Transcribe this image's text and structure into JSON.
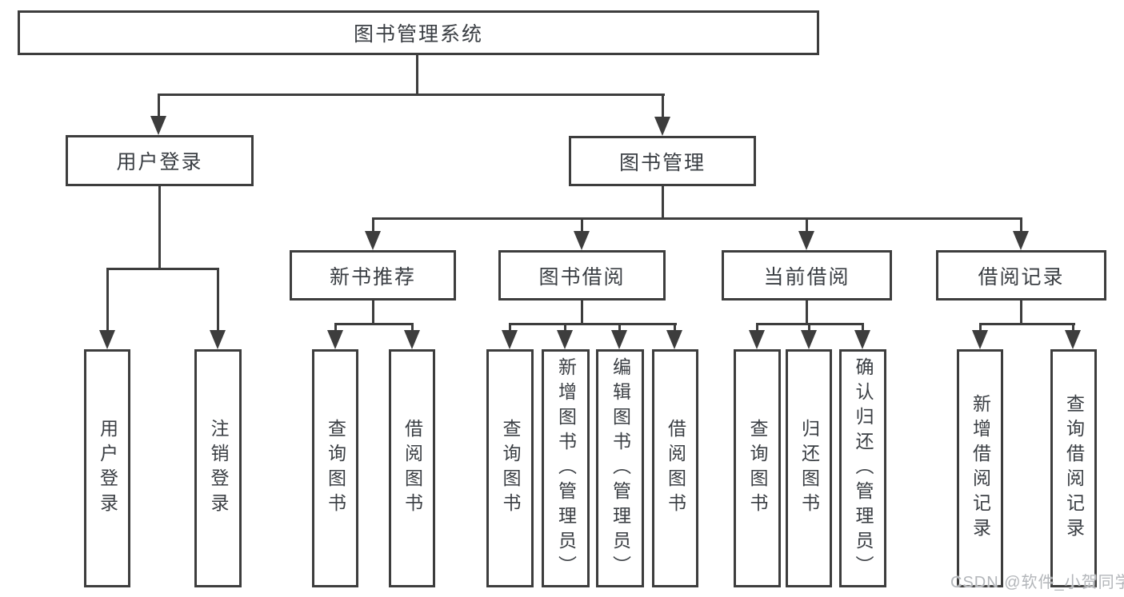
{
  "diagram": {
    "colors": {
      "line": "#3d3d3d",
      "text": "#3a3e43",
      "watermark": "#b3b6ba",
      "background": "#ffffff"
    },
    "nodes": {
      "root": "图书管理系统",
      "user_login": "用户登录",
      "book_mgmt": "图书管理",
      "new_book_rec": "新书推荐",
      "book_borrow": "图书借阅",
      "current_borrow": "当前借阅",
      "borrow_records": "借阅记录",
      "leaf_user_login": "用户登录",
      "leaf_logout": "注销登录",
      "leaf_rec_query": "查询图书",
      "leaf_rec_borrow": "借阅图书",
      "leaf_bb_query": "查询图书",
      "leaf_bb_add": "新增图书（管理员）",
      "leaf_bb_edit": "编辑图书（管理员）",
      "leaf_bb_borrow": "借阅图书",
      "leaf_cb_query": "查询图书",
      "leaf_cb_return": "归还图书",
      "leaf_cb_confirm": "确认归还（管理员）",
      "leaf_br_add": "新增借阅记录",
      "leaf_br_query": "查询借阅记录"
    },
    "watermark": "CSDN @软件_小贺同学"
  }
}
